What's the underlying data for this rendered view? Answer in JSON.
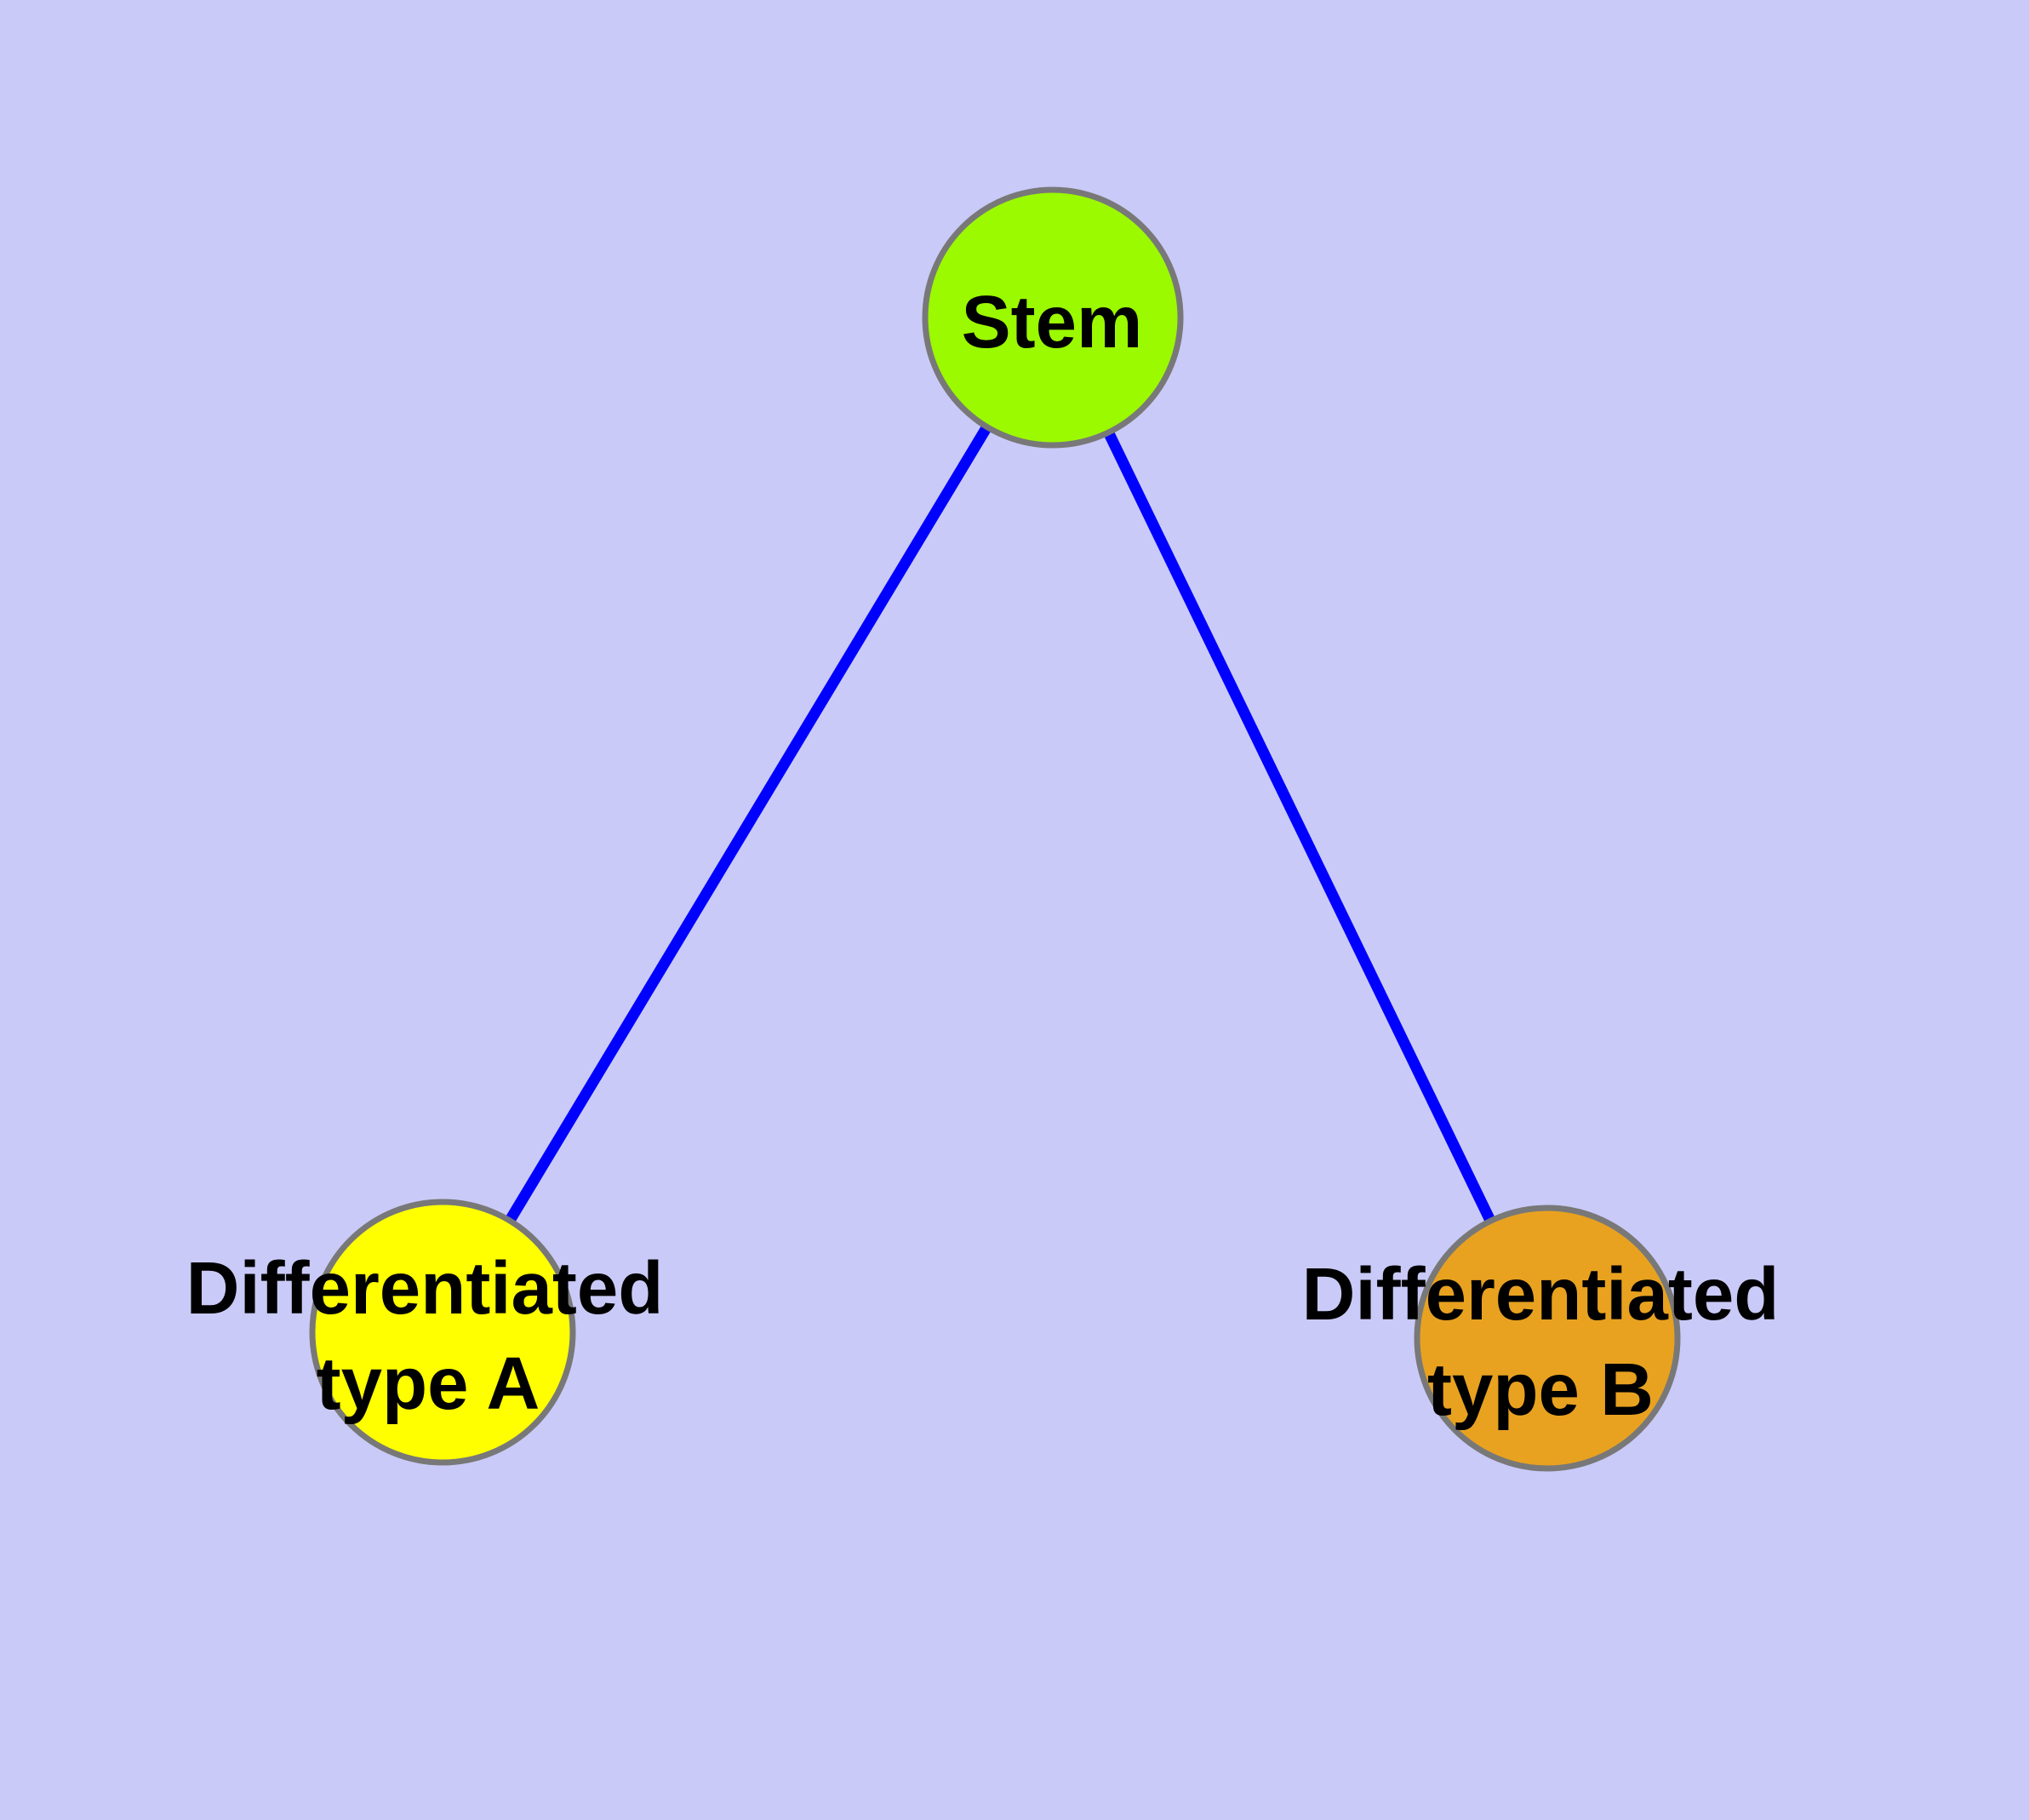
{
  "diagram": {
    "type": "node-link-graph",
    "colors": {
      "background": "#CACAF8",
      "edge": "#0000FF",
      "node_border": "#787878",
      "label": "#000000"
    },
    "nodes": {
      "stem": {
        "label": "Stem",
        "fill": "#9BF900"
      },
      "type_a": {
        "label_line1": "Differentiated",
        "label_line2": "type A",
        "fill": "#FFFF00"
      },
      "type_b": {
        "label_line1": "Differentiated",
        "label_line2": "type B",
        "fill": "#E8A220"
      }
    },
    "edges": [
      {
        "from": "Stem",
        "to": "Differentiated type A"
      },
      {
        "from": "Stem",
        "to": "Differentiated type B"
      }
    ]
  }
}
